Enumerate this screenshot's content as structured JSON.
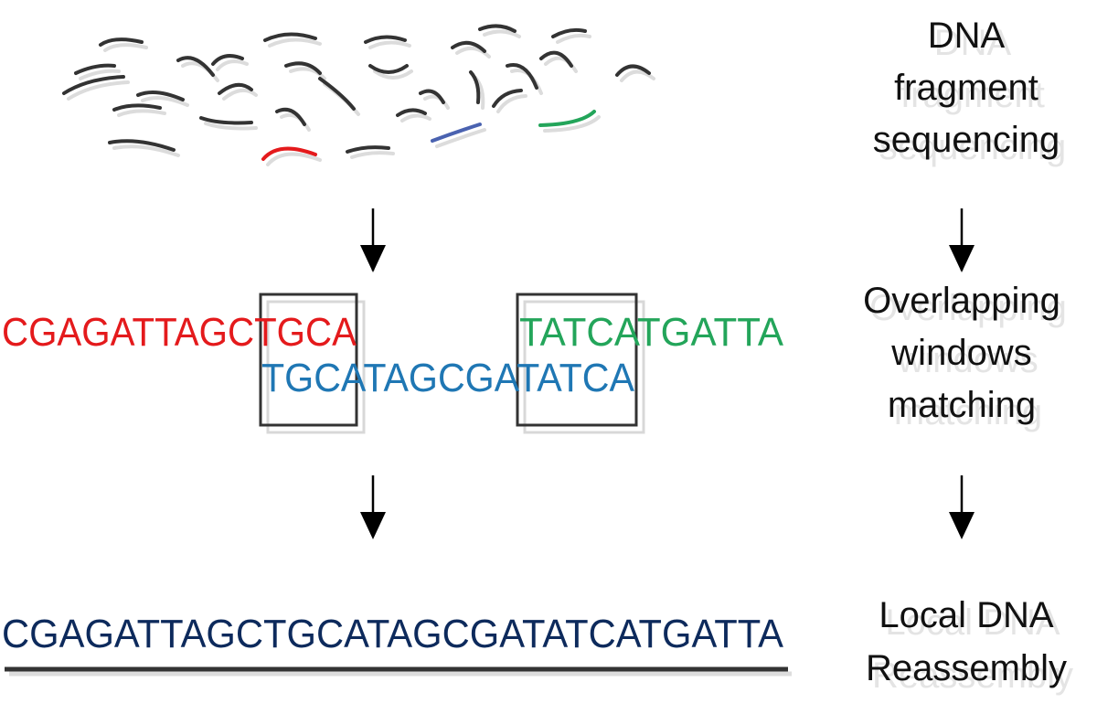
{
  "steps": {
    "sequencing": {
      "line1": "DNA",
      "line2": "fragment",
      "line3": "sequencing"
    },
    "matching": {
      "line1": "Overlapping",
      "line2": "windows",
      "line3": "matching"
    },
    "reassembly": {
      "line1": "Local DNA",
      "line2": "Reassembly"
    }
  },
  "reads": {
    "red": "CGAGATTAGCTGCA",
    "blue": "TGCATAGCGATATCA",
    "green": "TATCATGATTA"
  },
  "assembled": "CGAGATTAGCTGCATAGCGATATCATGATTA",
  "colors": {
    "red": "#e41a1c",
    "blue": "#1f77b4",
    "green": "#23a55a",
    "assembled": "#0d2a5c",
    "fragments": "#333333",
    "blue_fragment": "#4a62b0"
  }
}
